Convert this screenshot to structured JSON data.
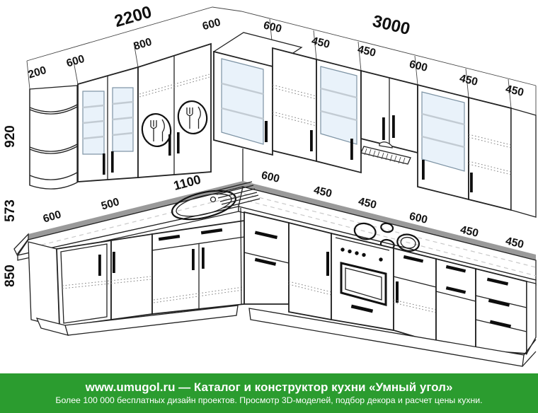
{
  "diagram": {
    "wall_left": {
      "total": "2200",
      "segments": [
        "200",
        "600",
        "800",
        "600"
      ]
    },
    "wall_right": {
      "total": "3000",
      "segments": [
        "600",
        "450",
        "450",
        "600",
        "450",
        "450"
      ]
    },
    "heights": {
      "upper": "920",
      "gap": "573",
      "base": "850"
    },
    "base_left": {
      "segments": [
        "600",
        "500",
        "1100"
      ]
    },
    "base_right": {
      "segments": [
        "600",
        "450",
        "450",
        "600",
        "450",
        "450"
      ]
    }
  },
  "banner": {
    "line1": "www.umugol.ru — Каталог и конструктор кухни «Умный угол»",
    "line2": "Более 100 000 бесплатных дизайн проектов. Просмотр 3D-моделей, подбор декора и расчет цены кухни.",
    "bg_color": "#2b9c2f",
    "text_color": "#ffffff"
  },
  "colors": {
    "line": "#222222",
    "glass": "#e9f2fa",
    "backsplash": "#9a9a9a",
    "handles": "#0d0d0d"
  }
}
